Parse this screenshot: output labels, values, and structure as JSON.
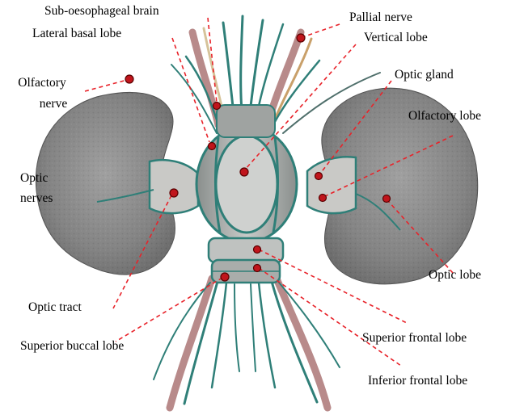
{
  "labels": {
    "sub_oesophageal_brain": "Sub-oesophageal brain",
    "lateral_basal_lobe": "Lateral basal lobe",
    "pallial_nerve": "Pallial nerve",
    "vertical_lobe": "Vertical lobe",
    "olfactory_nerve_1": "Olfactory",
    "olfactory_nerve_2": "nerve",
    "optic_gland": "Optic gland",
    "olfactory_lobe": "Olfactory lobe",
    "optic_nerves_1": "Optic",
    "optic_nerves_2": "nerves",
    "optic_lobe": "Optic lobe",
    "optic_tract": "Optic tract",
    "superior_buccal_lobe": "Superior buccal lobe",
    "superior_frontal_lobe": "Superior frontal lobe",
    "inferior_frontal_lobe": "Inferior frontal lobe"
  },
  "colors": {
    "annotation": "#e8232a",
    "marker_fill": "#c0151c",
    "tissue": "#8e8e8e",
    "tissue_dark": "#5e5e5e",
    "tissue_light": "#c9c9c6",
    "nerve_teal": "#2f7f78",
    "nerve_pink": "#b88a8a"
  }
}
